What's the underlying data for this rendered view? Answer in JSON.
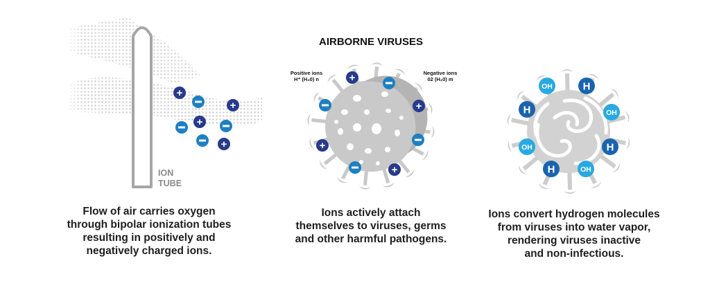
{
  "panel1": {
    "tube_label_1": "ION",
    "tube_label_2": "TUBE",
    "caption": "Flow of air carries oxygen\nthrough bipolar ionization tubes\nresulting in positively and\nnegatively charged ions."
  },
  "panel2": {
    "title": "AIRBORNE VIRUSES",
    "positive_label": "Positive ions",
    "positive_formula": "H⁺ (H₂0) n",
    "negative_label": "Negative ions",
    "negative_formula": "02 (H₂0) m",
    "caption": "Ions actively attach\nthemselves to viruses, germs\nand other harmful pathogens."
  },
  "panel3": {
    "oh_label": "OH",
    "h_label": "H",
    "caption": "Ions convert hydrogen molecules\nfrom viruses into water vapor,\nrendering viruses inactive\nand non-infectious."
  },
  "colors": {
    "positive_ion": "#283a8c",
    "negative_ion": "#1e7fc1",
    "oh_ion": "#29a9e1",
    "h_ion": "#1a64ad",
    "virus_gray": "#c8c8c8"
  }
}
